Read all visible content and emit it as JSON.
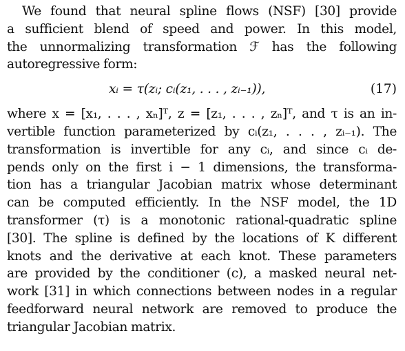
{
  "paragraph_intro": [
    "We found that neural spline flows (NSF) [30] provide",
    "a sufficient blend of speed and power.  In this model,",
    "the unnormalizing transformation ℱ has the following",
    "autoregressive form:"
  ],
  "equation": {
    "text": "xᵢ = τ(zᵢ; cᵢ(z₁, . . . , zᵢ₋₁)),",
    "number": "(17)"
  },
  "paragraph_body": [
    "where x = [x₁, . . . , xₙ]ᵀ, z = [z₁, . . . , zₙ]ᵀ, and τ is an in-",
    "vertible function parameterized by cᵢ(z₁, . . . , zᵢ₋₁).  The",
    "transformation is invertible for any cᵢ, and since cᵢ de-",
    "pends only on the first i − 1 dimensions, the transforma-",
    "tion has a triangular Jacobian matrix whose determinant",
    "can be computed efficiently.  In the NSF model, the 1D",
    "transformer (τ) is a monotonic rational-quadratic spline",
    "[30].  The spline is defined by the locations of K different",
    "knots and the derivative at each knot.  These parameters",
    "are provided by the conditioner (c), a masked neural net-",
    "work [31] in which connections between nodes in a regular",
    "feedforward neural network are removed to produce the",
    "triangular Jacobian matrix."
  ]
}
